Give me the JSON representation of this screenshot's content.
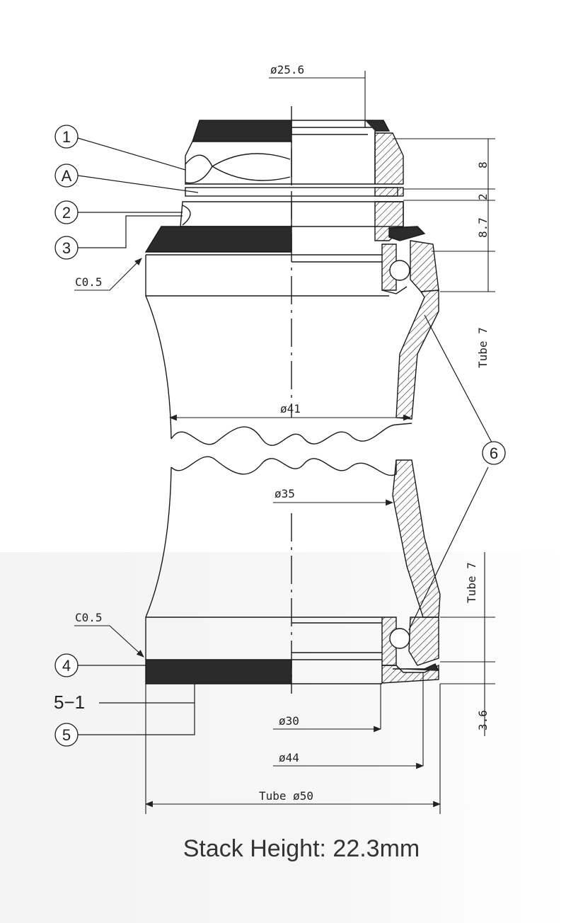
{
  "dimensions": {
    "top_bore": "ø25.6",
    "dim_8": "8",
    "dim_2": "2",
    "dim_8_7": "8.7",
    "tube_7_upper": "Tube 7",
    "chamfer_upper": "C0.5",
    "dia_41": "ø41",
    "dia_35": "ø35",
    "tube_7_lower": "Tube 7",
    "chamfer_lower": "C0.5",
    "dia_30": "ø30",
    "dim_3_6": "3.6",
    "dia_44": "ø44",
    "tube_dia_50": "Tube ø50"
  },
  "callouts": {
    "c1": "1",
    "cA": "A",
    "c2": "2",
    "c3": "3",
    "c4": "4",
    "c5_1": "5−1",
    "c5": "5",
    "c6": "6"
  },
  "caption": "Stack Height: 22.3mm",
  "colors": {
    "line": "#1a1a1a",
    "fill_dark": "#2b2b2b",
    "panel": "#f4f4f4"
  }
}
